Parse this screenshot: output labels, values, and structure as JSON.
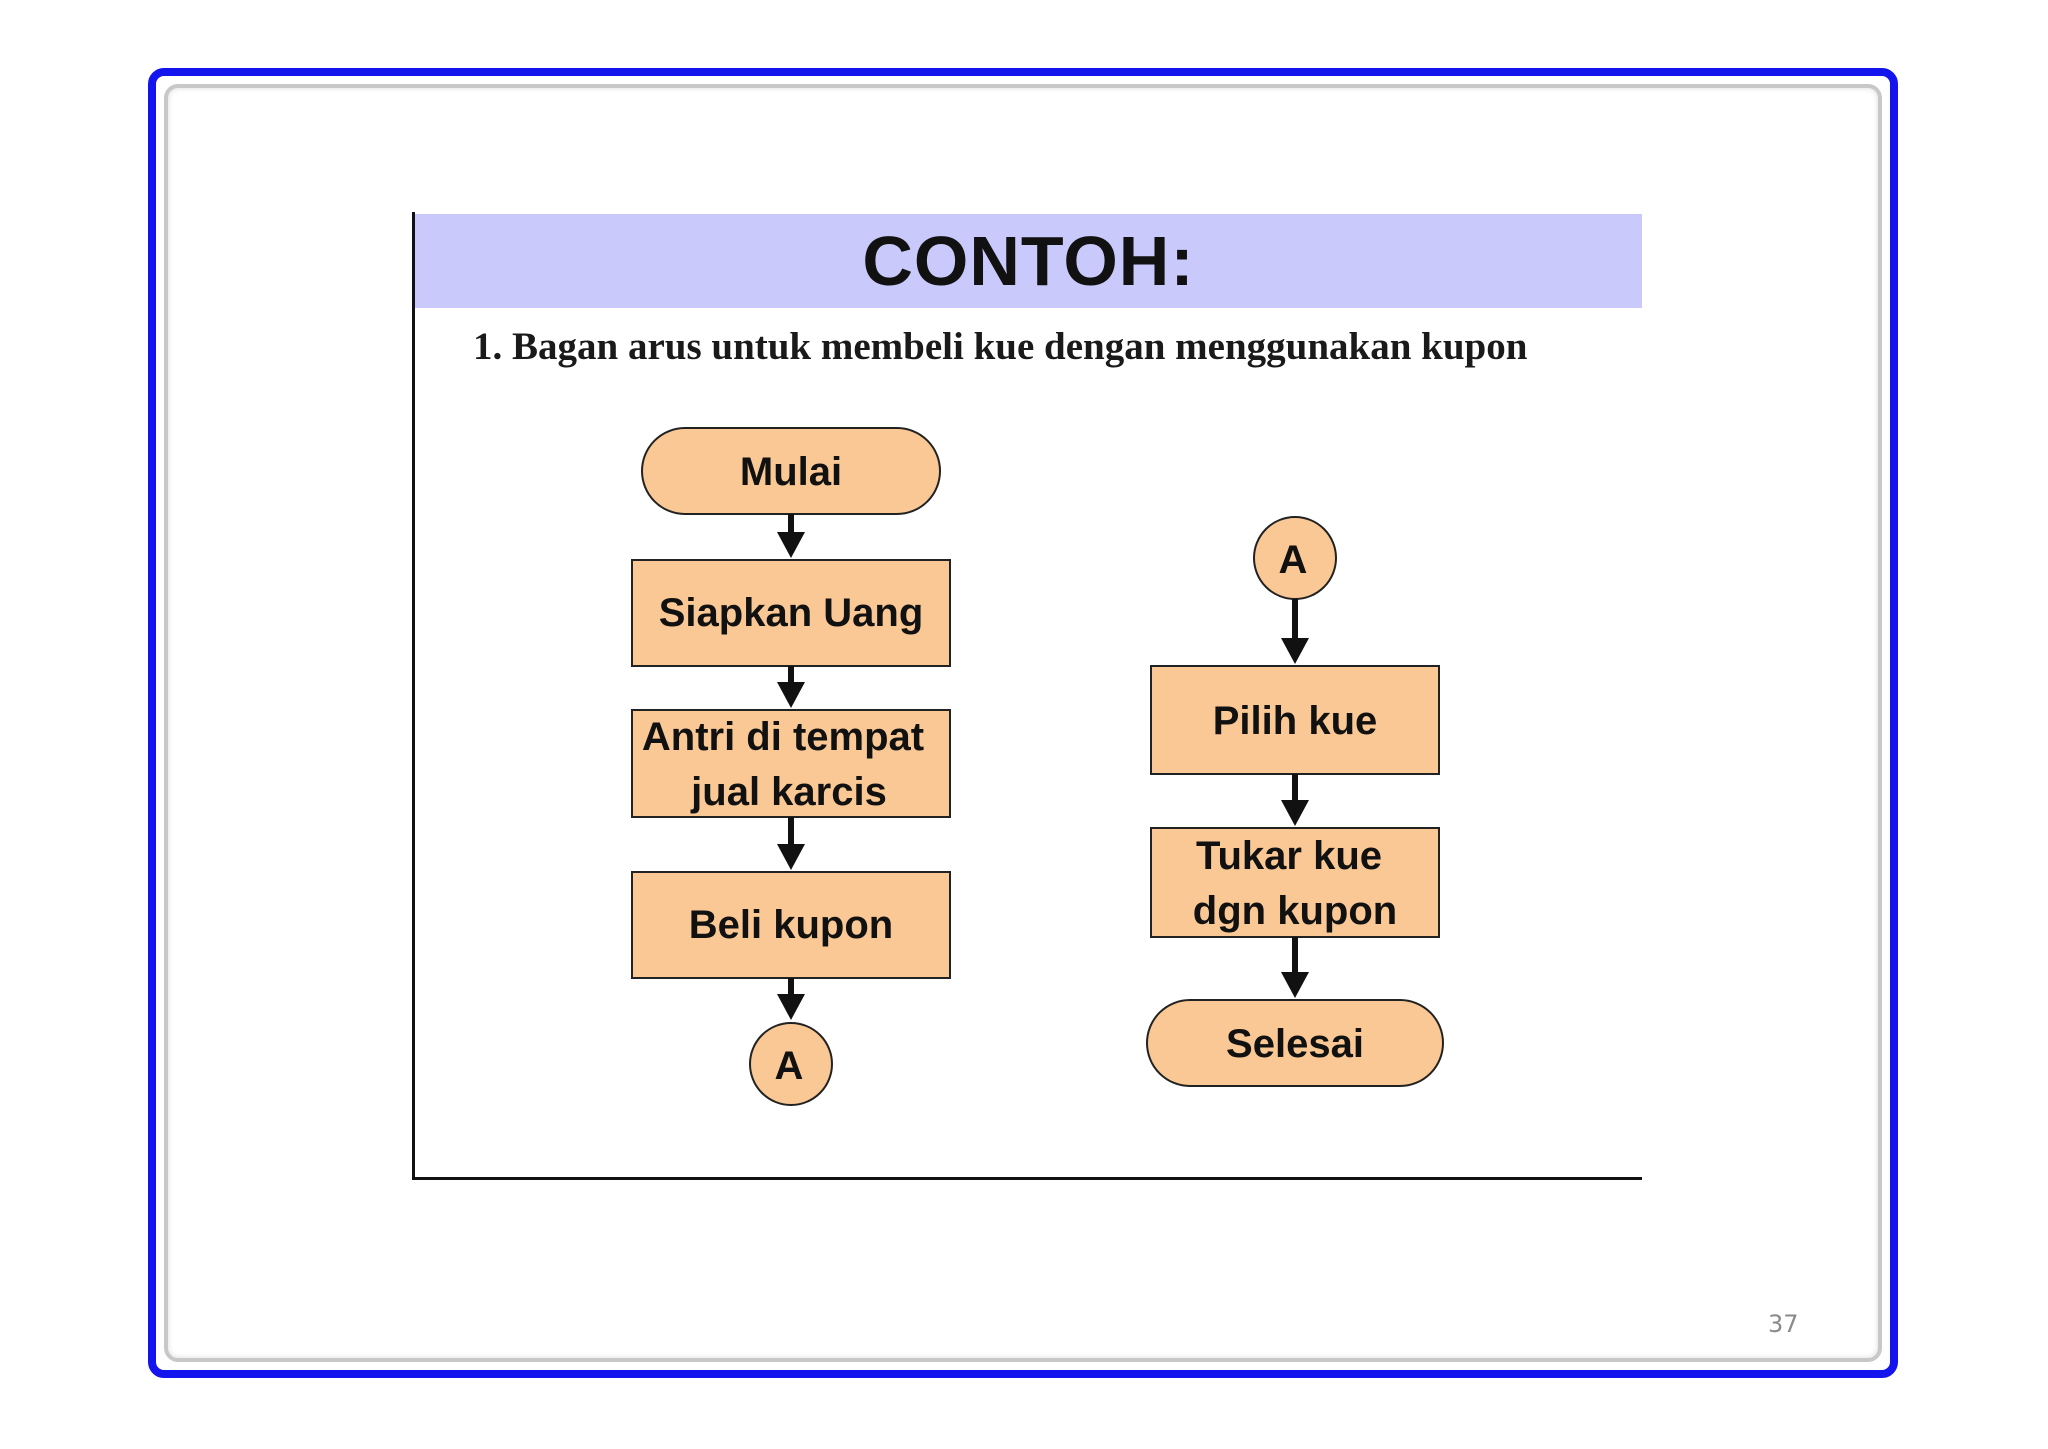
{
  "slide": {
    "title": "CONTOH:",
    "subtitle": "1. Bagan arus untuk membeli kue dengan menggunakan kupon",
    "page_number": "37"
  },
  "flowchart": {
    "colors": {
      "node_fill": "#f9c894",
      "node_stroke": "#222222",
      "title_band": "#c9c9fb",
      "frame_border": "#1414ee"
    },
    "left_column": {
      "start": "Mulai",
      "step1": "Siapkan Uang",
      "step2_line1": "Antri di tempat",
      "step2_line2": "jual karcis",
      "step3": "Beli kupon",
      "connector": "A"
    },
    "right_column": {
      "connector": "A",
      "step1": "Pilih kue",
      "step2_line1": "Tukar kue",
      "step2_line2": "dgn kupon",
      "end": "Selesai"
    }
  }
}
